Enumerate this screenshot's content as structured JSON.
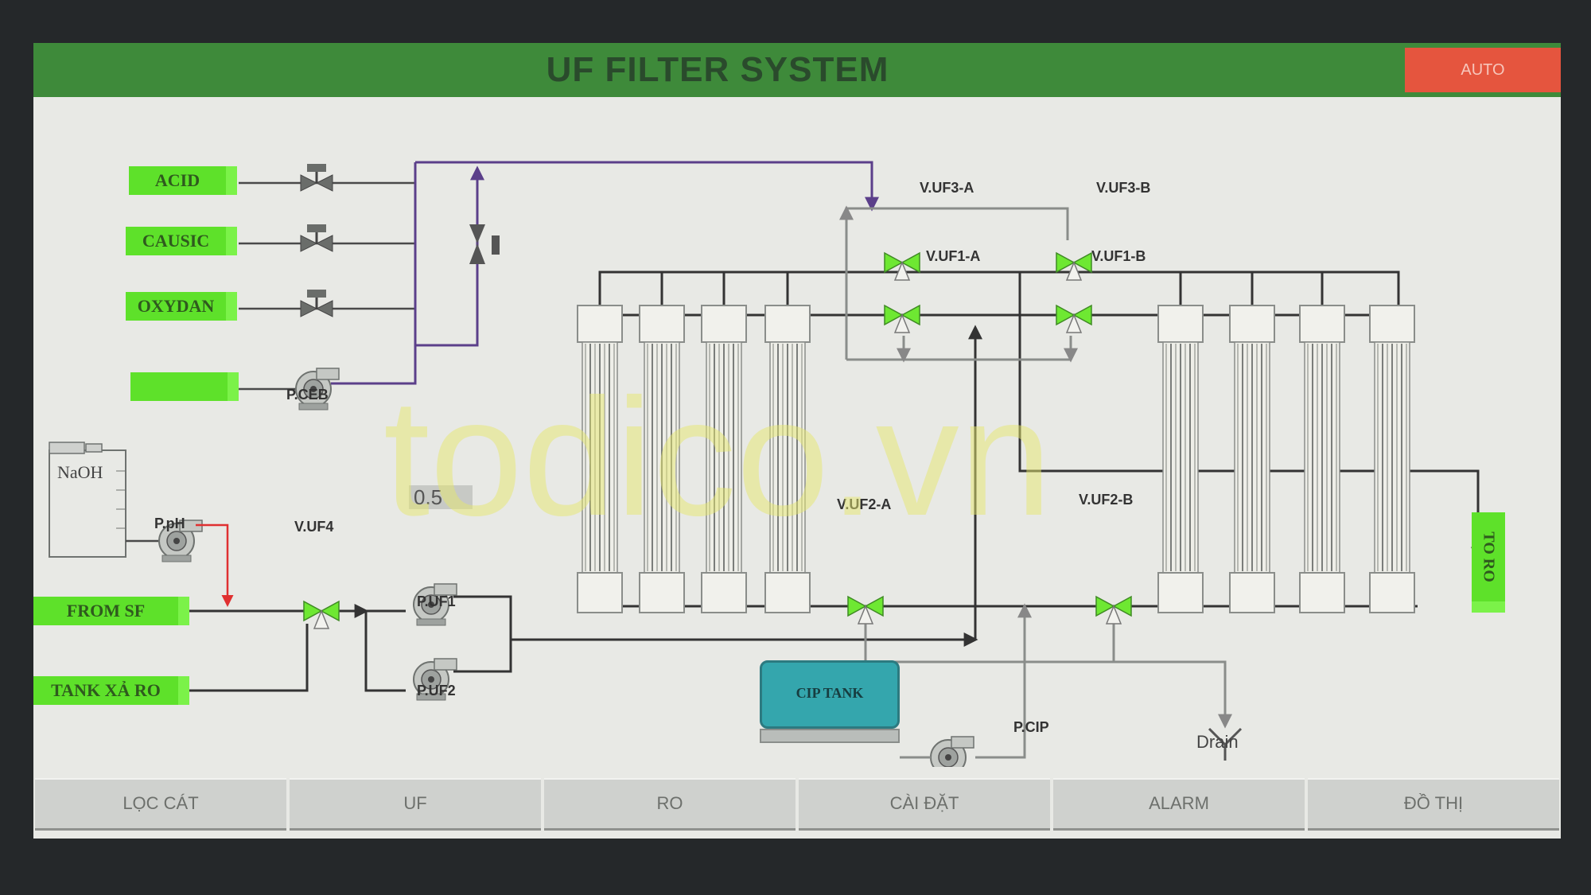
{
  "header": {
    "title": "UF FILTER SYSTEM",
    "mode_button": "AUTO"
  },
  "chemicals": [
    {
      "label": "ACID"
    },
    {
      "label": "CAUSIC"
    },
    {
      "label": "OXYDAN"
    },
    {
      "label": ""
    }
  ],
  "sources": {
    "from_sf": "FROM SF",
    "tank_xa_ro": "TANK XẢ RO",
    "to_ro": "TO RO"
  },
  "tanks": {
    "naoh": "NaOH",
    "cip": "CIP TANK"
  },
  "drain": "Drain",
  "pumps": {
    "ceb": "P.CEB",
    "ph": "P.pH",
    "uf1": "P.UF1",
    "uf2": "P.UF2",
    "cip": "P.CIP"
  },
  "valves": {
    "uf4": "V.UF4",
    "uf3a": "V.UF3-A",
    "uf3b": "V.UF3-B",
    "uf1a": "V.UF1-A",
    "uf1b": "V.UF1-B",
    "uf2a": "V.UF2-A",
    "uf2b": "V.UF2-B"
  },
  "readout": {
    "value": "0.5"
  },
  "watermark": "todico.vn",
  "nav": [
    "LỌC CÁT",
    "UF",
    "RO",
    "CÀI ĐẶT",
    "ALARM",
    "ĐỒ THỊ"
  ],
  "colors": {
    "header": "#3e8a3a",
    "tag": "#5ee12a",
    "auto": "#e5553e",
    "valve": "#6ee832",
    "cip_tank": "#34a6ad"
  }
}
